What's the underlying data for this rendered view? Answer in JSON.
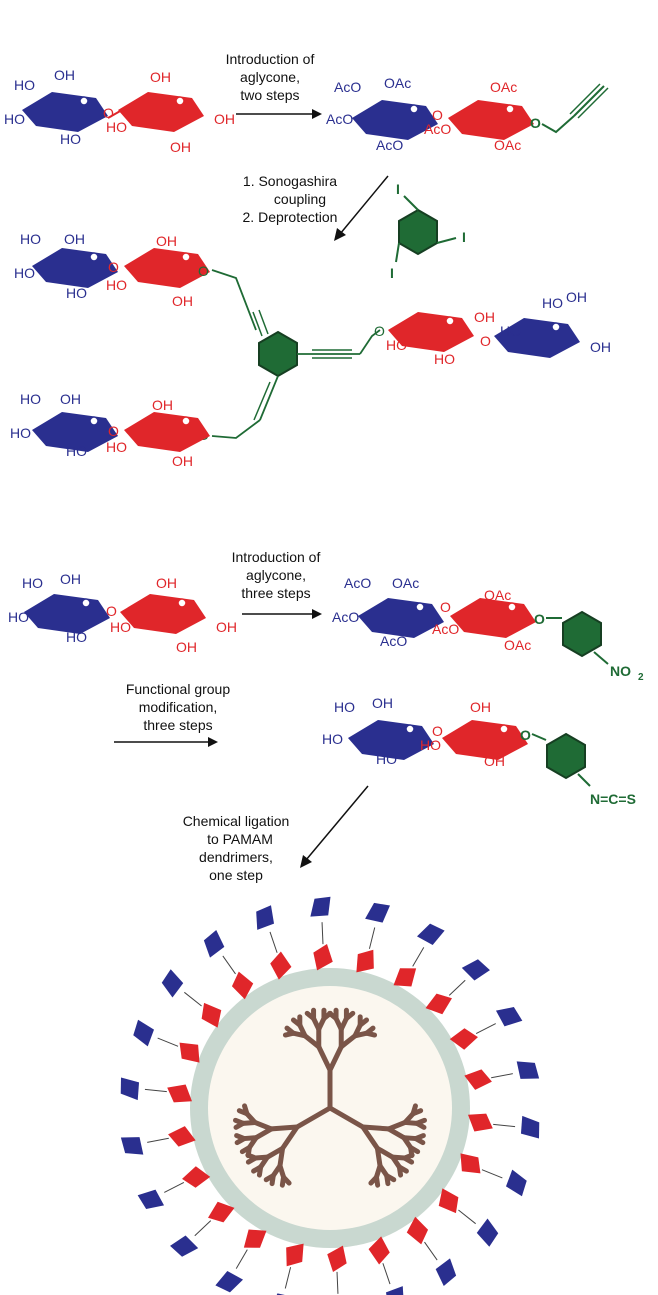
{
  "colors": {
    "galactose_blue": "#2a2f8f",
    "glucose_red": "#e0262a",
    "aromatic_green": "#1f6b35",
    "dendrimer_brown": "#7a5548",
    "shell_gray": "#c9d8d0",
    "core_fill": "#fbf7ef",
    "text": "#111111"
  },
  "scheme1": {
    "step1": {
      "line1": "Introduction of",
      "line2": "aglycone,",
      "line3": "two steps"
    },
    "step2": {
      "line1": "1. Sonogashira",
      "line2": "coupling",
      "line3": "2. Deprotection"
    },
    "reagent": {
      "iodo": "I"
    },
    "lactose": {
      "ho1": "HO",
      "oh1": "OH",
      "ho2": "HO",
      "ho3": "HO",
      "o_link": "O",
      "oh2": "OH",
      "ho4": "HO",
      "oh_anom": "OH",
      "oh3": "OH"
    },
    "acetylated": {
      "aco1": "AcO",
      "oac1": "OAc",
      "aco2": "AcO",
      "aco3": "AcO",
      "o_link": "O",
      "oac2": "OAc",
      "aco4": "AcO",
      "oac3": "OAc",
      "o_ald": "O"
    },
    "product_labels": {
      "ho": "HO",
      "oh": "OH",
      "o": "O"
    }
  },
  "scheme2": {
    "step1": {
      "line1": "Introduction of",
      "line2": "aglycone,",
      "line3": "three steps"
    },
    "step2": {
      "line1": "Functional group",
      "line2": "modification,",
      "line3": "three steps"
    },
    "step3": {
      "line1": "Chemical ligation",
      "line2": "to PAMAM",
      "line3": "dendrimers,",
      "line4": "one step"
    },
    "nitro": {
      "no2": "NO",
      "sub2": "2"
    },
    "isothiocyanate": {
      "ncs": "N=C=S"
    },
    "lactose": {
      "ho": "HO",
      "oh": "OH",
      "o": "O"
    },
    "acetylated": {
      "aco": "AcO",
      "oac": "OAc",
      "o": "O"
    }
  }
}
